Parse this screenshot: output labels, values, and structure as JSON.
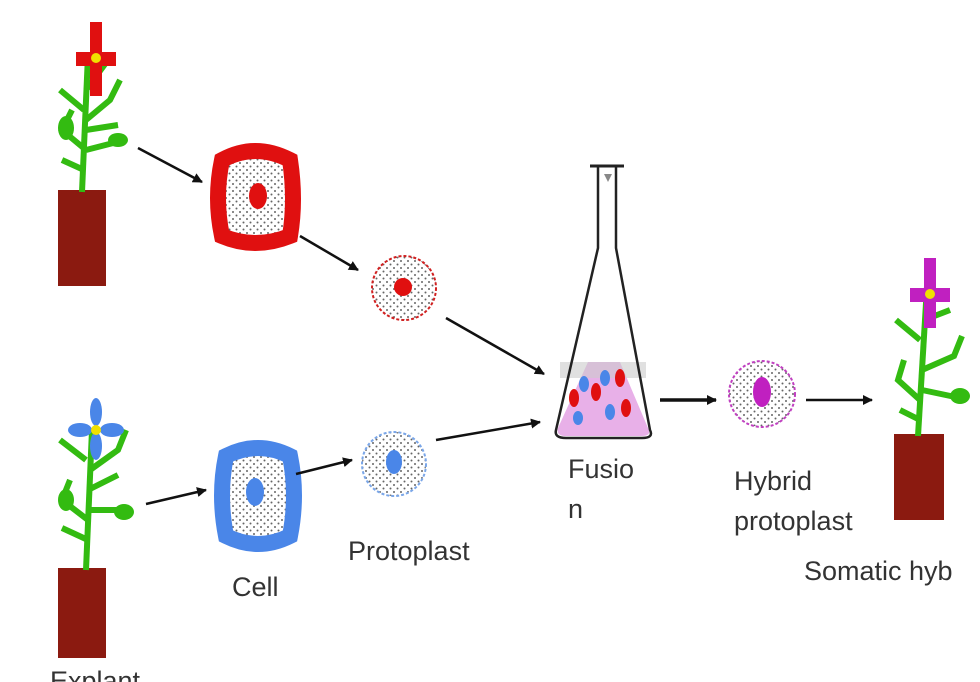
{
  "labels": {
    "cell": "Cell",
    "protoplast": "Protoplast",
    "fusion_line1": "Fusio",
    "fusion_line2": "n",
    "hybrid_line1": "Hybrid",
    "hybrid_line2": "protoplast",
    "somatic_hybrid": "Somatic hyb",
    "explant": "Explant"
  },
  "colors": {
    "parent_a": "#e01010",
    "parent_b": "#4a86e8",
    "hybrid": "#c020c0",
    "leaf": "#33bb11",
    "pot": "#8b1a10",
    "arrow": "#111111",
    "medium": "#e8b0e8"
  }
}
